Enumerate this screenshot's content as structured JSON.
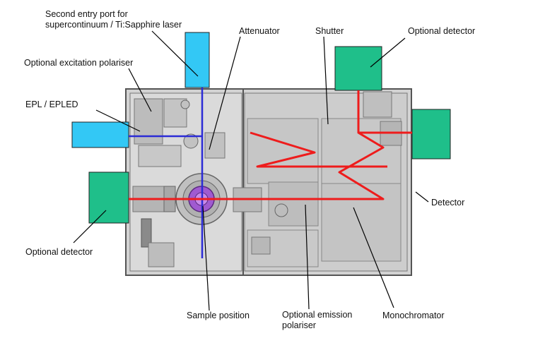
{
  "labels": {
    "second_entry_line1": "Second entry port for",
    "second_entry_line2": "supercontinuum / Ti:Sapphire laser",
    "attenuator": "Attenuator",
    "shutter": "Shutter",
    "optional_detector_top": "Optional detector",
    "optional_excitation_polariser": "Optional excitation polariser",
    "epl_epled": "EPL / EPLED",
    "detector": "Detector",
    "optional_detector_left": "Optional detector",
    "sample_position": "Sample position",
    "optional_emission_line1": "Optional emission",
    "optional_emission_line2": "polariser",
    "monochromator": "Monochromator"
  },
  "colors": {
    "excitation_beam": "#2b2bd6",
    "emission_beam": "#ee1c1c",
    "laser_port": "#33c8f5",
    "detector_box": "#1fbf8a",
    "chassis": "#cfcfcf",
    "chassis_border": "#555555"
  }
}
